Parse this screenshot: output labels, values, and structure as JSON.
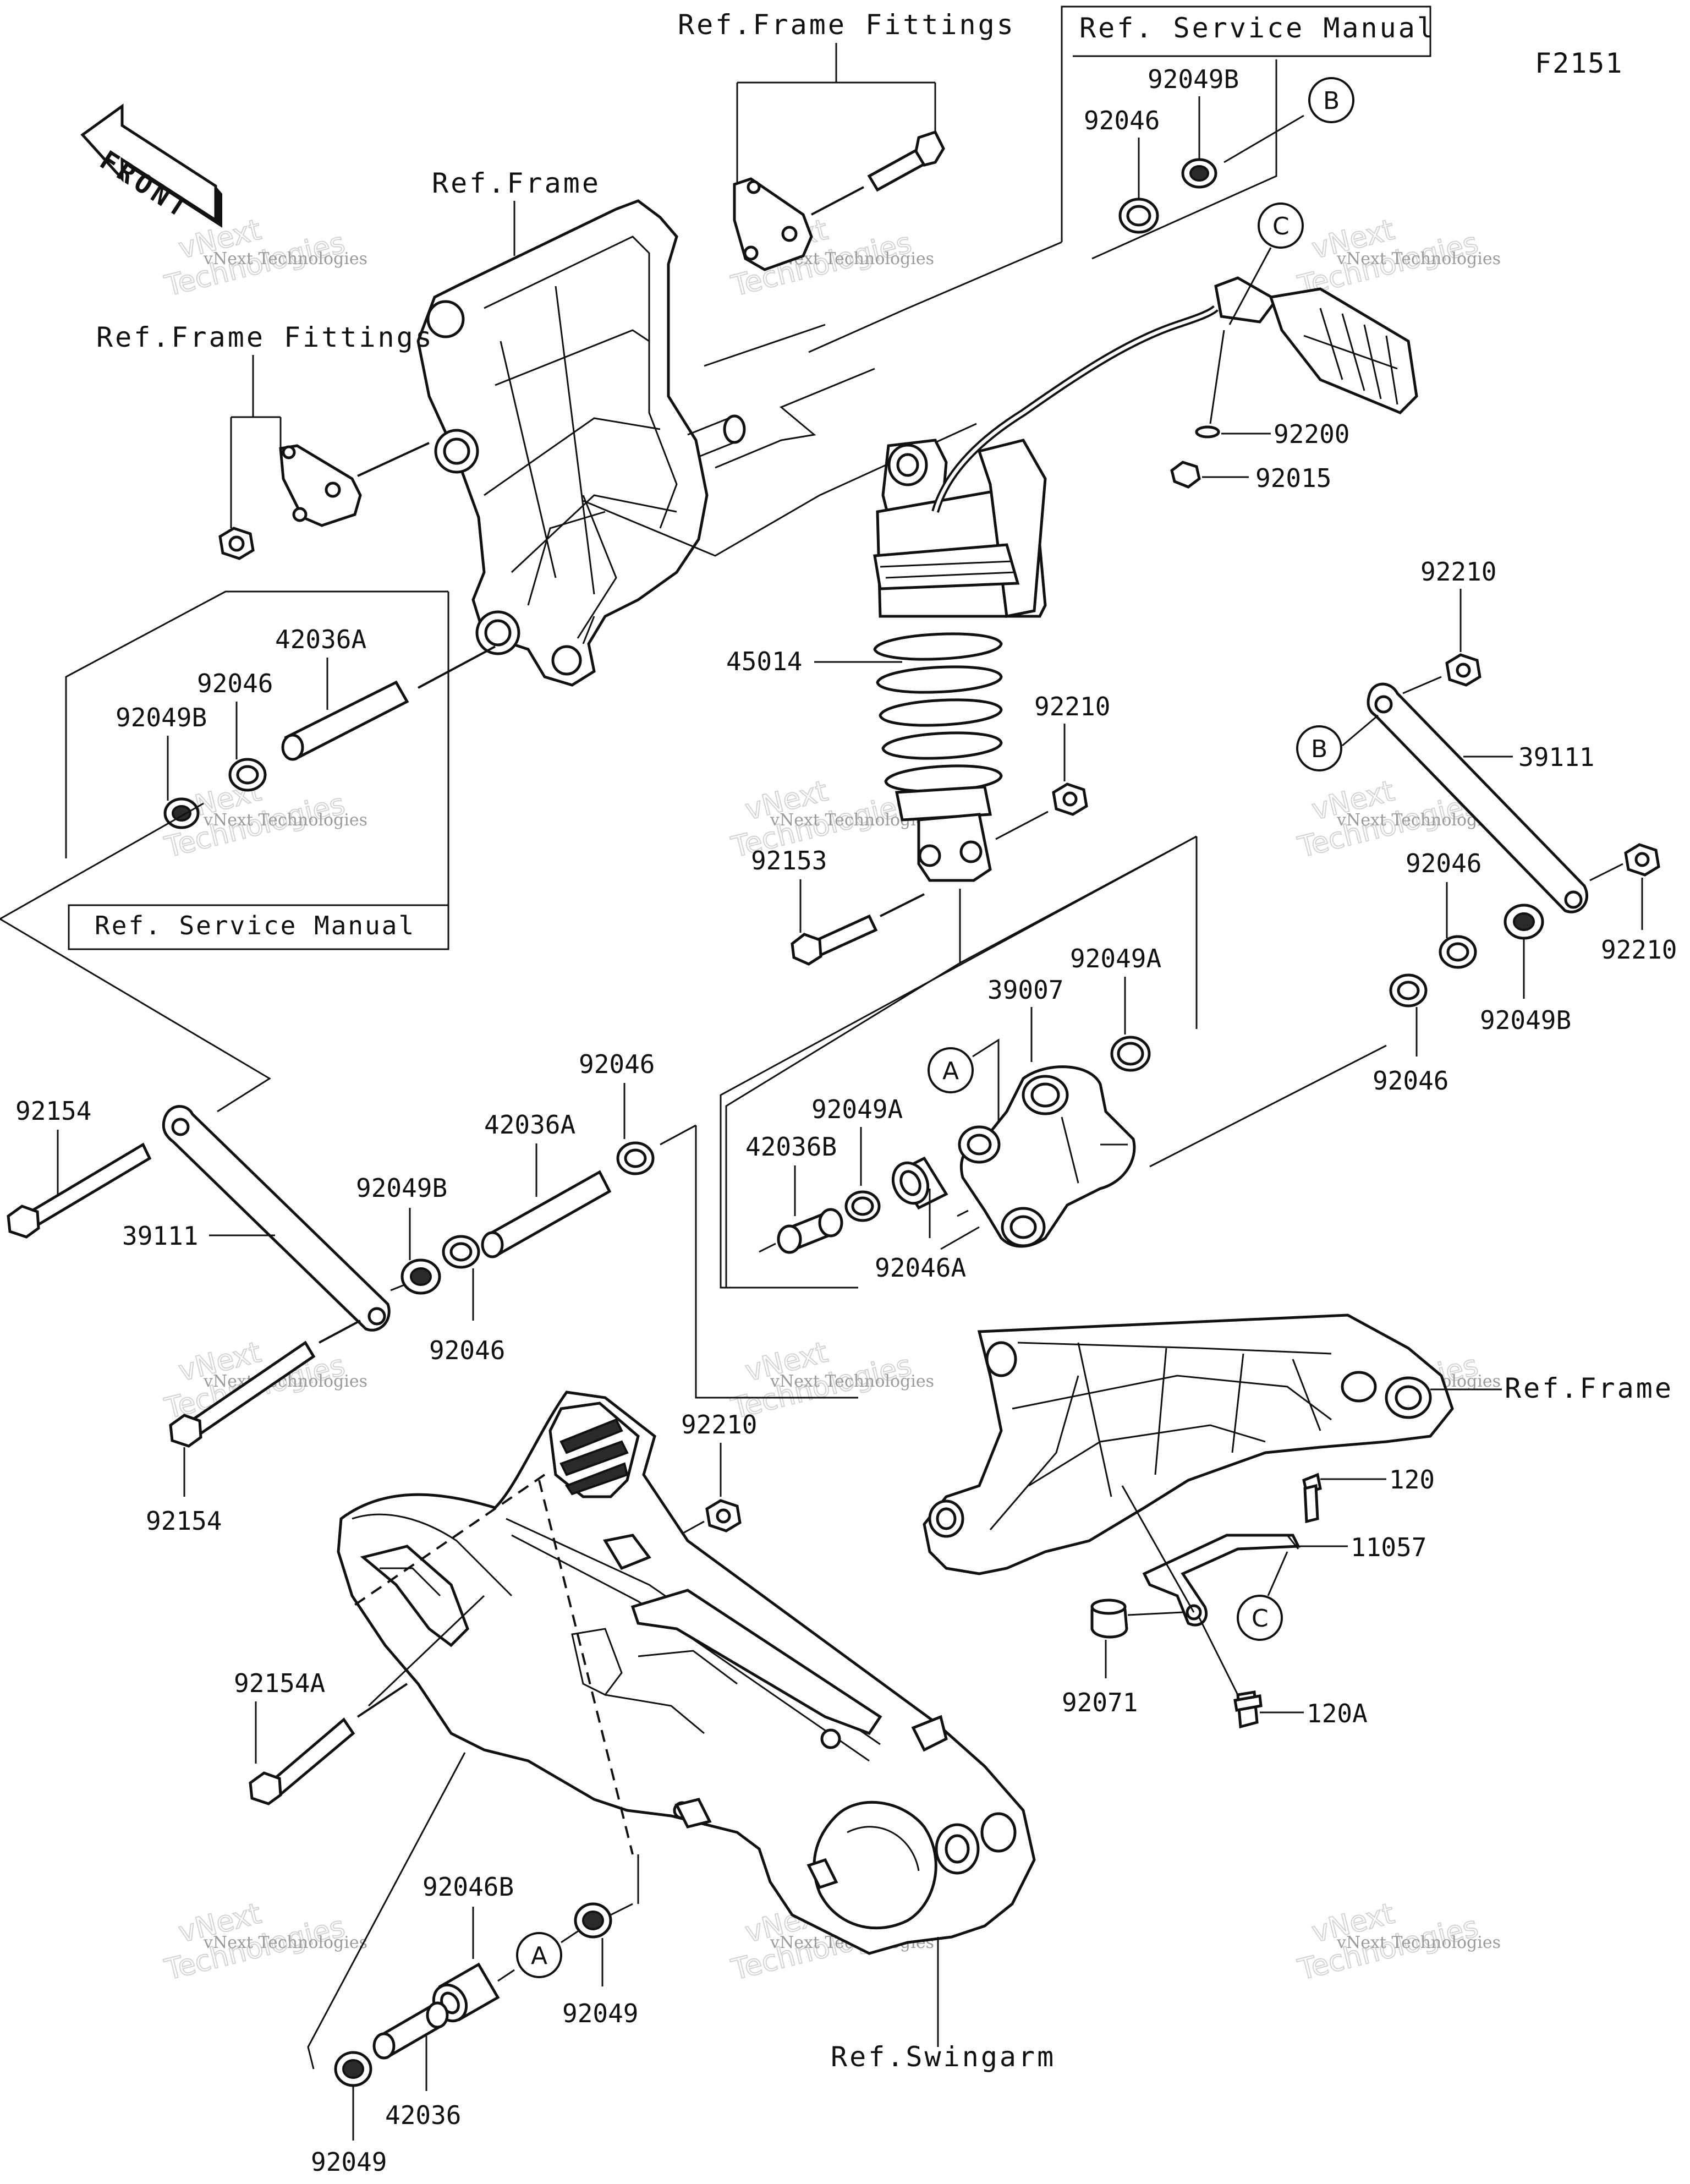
{
  "figure_code": "F2151",
  "front_arrow": "FRONT",
  "watermark": {
    "company": "vNext Technologies",
    "line1": "vNext",
    "line2": "Technologies"
  },
  "references": {
    "frame_fittings_top": "Ref.Frame Fittings",
    "service_manual_top": "Ref. Service Manual",
    "frame_upper": "Ref.Frame",
    "frame_fittings_left": "Ref.Frame Fittings",
    "service_manual_left": "Ref. Service Manual",
    "frame_right": "Ref.Frame",
    "swingarm": "Ref.Swingarm"
  },
  "callouts": [
    "A",
    "B",
    "C"
  ],
  "parts": {
    "p92049B_top": "92049B",
    "p92046_top": "92046",
    "p92200": "92200",
    "p92015": "92015",
    "p42036A_upper": "42036A",
    "p92046_left": "92046",
    "p92049B_left": "92049B",
    "p45014": "45014",
    "p92210_mid": "92210",
    "p92210_right_top": "92210",
    "p39111_right": "39111",
    "p92153": "92153",
    "p92046_right": "92046",
    "p92210_right": "92210",
    "p92049B_right": "92049B",
    "p92049A_upper": "92049A",
    "p39007": "39007",
    "p92046_right_low": "92046",
    "p92154_left": "92154",
    "p92046_center": "92046",
    "p42036A_center": "42036A",
    "p92049A_center": "92049A",
    "p42036B": "42036B",
    "p92049B_center": "92049B",
    "p39111_left": "39111",
    "p92046A": "92046A",
    "p92046_center_low": "92046",
    "p120": "120",
    "p11057": "11057",
    "p92210_low": "92210",
    "p92154_bottom": "92154",
    "p92071": "92071",
    "p120A": "120A",
    "p92154A": "92154A",
    "p92046B": "92046B",
    "p92049_right": "92049",
    "p42036": "42036",
    "p92049_bottom": "92049"
  }
}
